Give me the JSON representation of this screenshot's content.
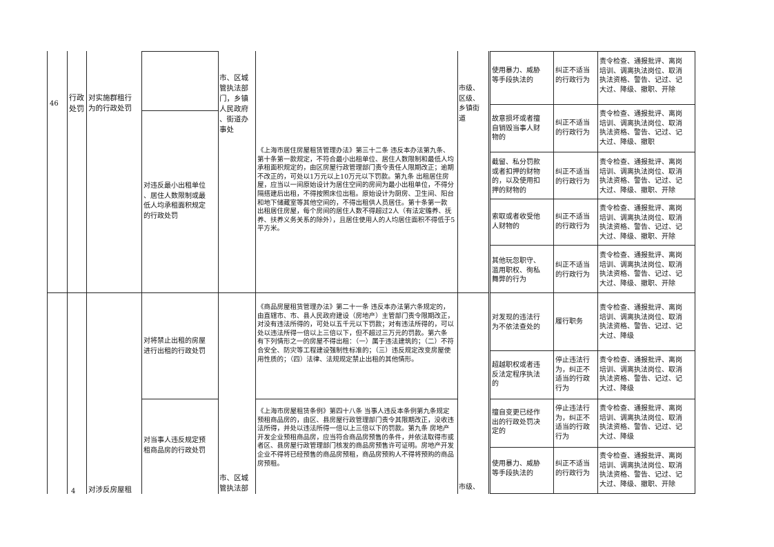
{
  "row46": {
    "no": "46",
    "category": "行政\n处罚",
    "title": "对实施群租行\n为的行政处罚",
    "dept": "市、区城\n管执法部\n门，乡镇\n人民政府\n、街道办\n事处",
    "sub_item": "对违反最小出租单位\n、居住人数限制或最\n低人均承租面积规定\n的行政处罚",
    "basis": "《上海市居住房屋租赁管理办法》第三十二条 违反本办法第九条、第十条第一款规定，不符合最小出租单位、居住人数限制和最低人均承租面积规定的，由区房屋行政管理部门责令责任人限期改正；逾期不改正的，可处以1万元以上10万元以下罚款。第九条 出租居住房屋，应当以一间原始设计为居住空间的房间为最小出租单位，不得分隔搭建后出租，不得按照床位出租。原始设计为厨房、卫生间、阳台和地下储藏室等其他空间的，不得出租供人员居住。第十条第一款 出租居住房屋，每个房间的居住人数不得超过2人（有法定赡养、抚养、扶养义务关系的除外），且居住使用人的人均居住面积不得低于5平方米。",
    "level": "市级、\n区级、\n乡镇街\n道"
  },
  "row46_duties": [
    {
      "situation": "使用暴力、威胁\n等手段执法的",
      "type": "纠正不适当\n的行政行为",
      "handling": "责令检查、通报批评、离岗\n培训、调离执法岗位、取消\n执法资格、警告、记过、记\n大过、降级、撤职、开除"
    },
    {
      "situation": "故意损坏或者擅\n自销毁当事人财\n物的",
      "type": "纠正不适当\n的行政行为",
      "handling": "责令检查、通报批评、离岗\n培训、调离执法岗位、取消\n执法资格、警告、记过、记\n大过、降级、撤职"
    },
    {
      "situation": "截留、私分罚款\n或者扣押的财物\n的，以及使用扣\n押的财物的",
      "type": "纠正不适当\n的行政行为",
      "handling": "责令检查、通报批评、离岗\n培训、调离执法岗位、取消\n执法资格、警告、记过、记\n大过、降级、撤职、开除"
    },
    {
      "situation": "索取或者收受他\n人财物的",
      "type": "纠正不适当\n的行政行为",
      "handling": "责令检查、通报批评、离岗\n培训、调离执法岗位、取消\n执法资格、警告、记过、记\n大过、降级、撤职、开除"
    },
    {
      "situation": "其他玩忽职守、\n滥用职权、徇私\n舞弊的行为",
      "type": "纠正不适当\n的行政行为",
      "handling": "责令检查、通报批评、离岗\n培训、调离执法岗位、取消\n执法资格、警告、记过、记\n大过、降级、撤职、开除"
    }
  ],
  "row47": {
    "no_partial": "4",
    "title_partial": "对涉反房屋租",
    "dept_partial": "市、区城\n管执法部",
    "level_partial": "市级、",
    "sub_items": [
      {
        "title": "对将禁止出租的房屋\n进行出租的行政处罚",
        "basis": "《商品房屋租赁管理办法》第二十一条 违反本办法第六条规定的，由直辖市、市、县人民政府建设（房地产）主管部门责令限期改正，对没有违法所得的，可处以五千元以下罚款；对有违法所得的，可以处以违法所得一倍以上三倍以下，但不超过三万元的罚款。第六条 有下列情形之一的房屋不得出租：（一）属于违法建筑的；（二）不符合安全、防灾等工程建设强制性标准的；（三）违反规定改变房屋使用性质的；（四）法律、法规规定禁止出租的其他情形。"
      },
      {
        "title": "对当事人违反规定预\n租商品房的行政处罚",
        "basis": "《上海市房屋租赁条例》第四十八条 当事人违反本条例第九条规定预租商品房的，由区、县房屋行政管理部门责令其限期改正，没收违法所得，并处以违法所得一倍以上三倍以下的罚款。第九条 房地产开发企业预租商品房，应当符合商品房预售的条件，并依法取得市或者区、县房屋行政管理部门核发的商品房预售许可证明。房地产开发企业不得将已经预售的商品房预租，商品房预购人不得将预购的商品房预租。"
      }
    ]
  },
  "row47_duties": [
    {
      "situation": "对发现的违法行\n为不依法查处的",
      "type": "履行职务",
      "handling": "责令检查、通报批评、离岗\n培训、调离执法岗位、取消\n执法资格、警告、记过、记\n大过、降级"
    },
    {
      "situation": "超越职权或者违\n反法定程序执法\n的",
      "type": "停止违法行\n为，纠正不\n适当的行政\n行为",
      "handling": "责令检查、通报批评、离岗\n培训、调离执法岗位、取消\n执法资格、警告、记过、记\n大过、降级"
    },
    {
      "situation": "擅自变更已经作\n出的行政处罚决\n定的",
      "type": "停止违法行\n为，纠正不\n适当的行政\n行为",
      "handling": "责令检查、通报批评、离岗\n培训、调离执法岗位、取消\n执法资格、警告、记过、记\n大过、降级"
    },
    {
      "situation": "使用暴力、威胁\n等手段执法的",
      "type": "纠正不适当\n的行政行为",
      "handling": "责令检查、通报批评、离岗\n培训、调离执法岗位、取消\n执法资格、警告、记过、记\n大过、降级、撤职、开除"
    }
  ]
}
